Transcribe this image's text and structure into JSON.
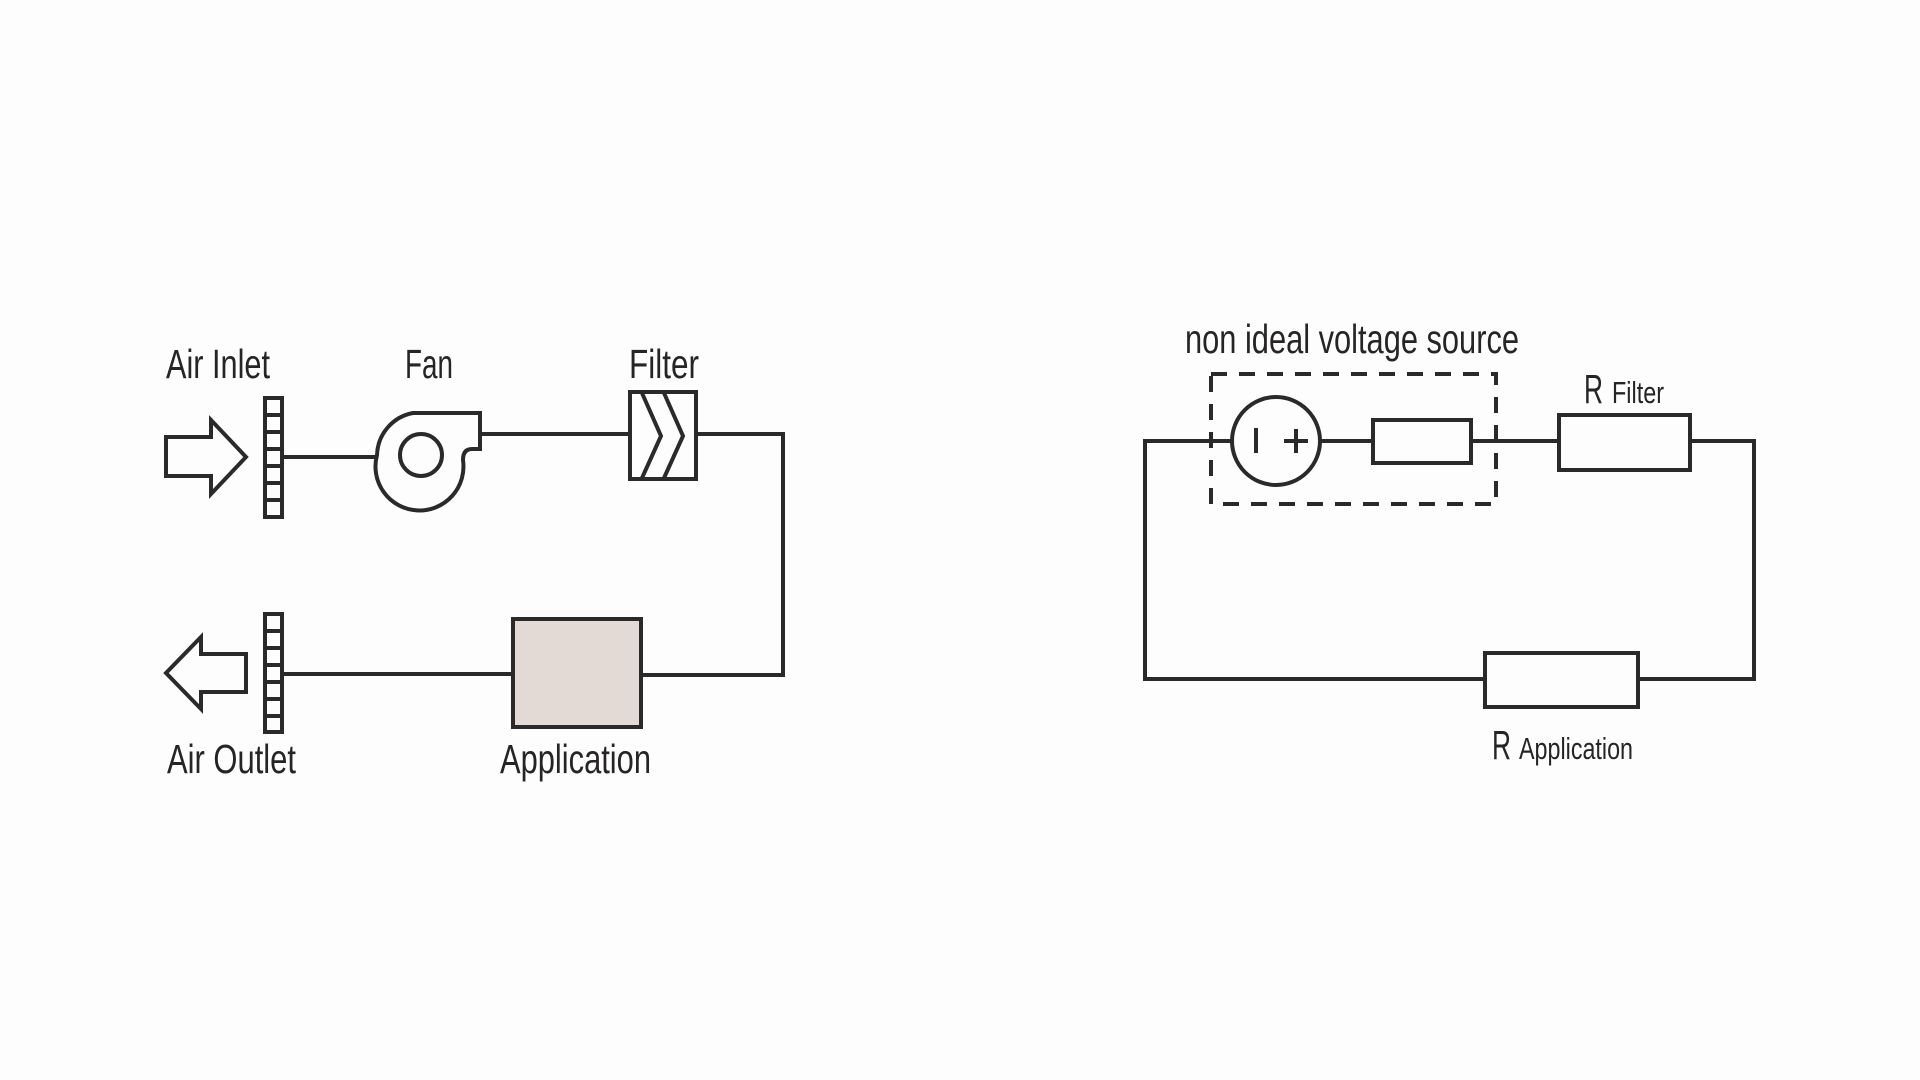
{
  "airflow_diagram": {
    "labels": {
      "air_inlet": "Air Inlet",
      "fan": "Fan",
      "filter": "Filter",
      "air_outlet": "Air Outlet",
      "application": "Application"
    },
    "colors": {
      "line": "#2b2a2a",
      "application_fill": "#e3d9d5",
      "background": "#fdfdfd"
    }
  },
  "circuit_diagram": {
    "labels": {
      "source_group": "non ideal voltage source",
      "source_minus": "I",
      "source_plus": "+",
      "r_filter_main": "R",
      "r_filter_sub": "Filter",
      "r_application_main": "R",
      "r_application_sub": "Application"
    }
  }
}
